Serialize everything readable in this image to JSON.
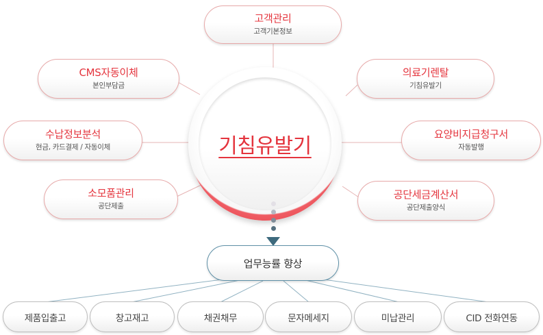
{
  "center": {
    "title": "기침유발기"
  },
  "nodes": [
    {
      "id": "customer",
      "title": "고객관리",
      "subtitle": "고객기본정보"
    },
    {
      "id": "cms",
      "title": "CMS자동이체",
      "subtitle": "본인부담금"
    },
    {
      "id": "rental",
      "title": "의료기렌탈",
      "subtitle": "기침유발기"
    },
    {
      "id": "revenue",
      "title": "수납정보분석",
      "subtitle": "현금, 카드결제 / 자동이체"
    },
    {
      "id": "claim",
      "title": "요양비지급청구서",
      "subtitle": "자동발행"
    },
    {
      "id": "supplies",
      "title": "소모품관리",
      "subtitle": "공단제출"
    },
    {
      "id": "tax",
      "title": "공단세금계산서",
      "subtitle": "공단제출양식"
    }
  ],
  "improve": {
    "label": "업무능률 향상"
  },
  "bottom": [
    {
      "id": "inout",
      "label": "제품입출고"
    },
    {
      "id": "stock",
      "label": "창고재고"
    },
    {
      "id": "debt",
      "label": "채권채무"
    },
    {
      "id": "sms",
      "label": "문자메세지"
    },
    {
      "id": "unpaid",
      "label": "미납관리"
    },
    {
      "id": "cid",
      "label": "CID 전화연동"
    }
  ],
  "colors": {
    "accent": "#e4343d",
    "node_border": "#e7a8a8",
    "improve_border": "#5d8fa6",
    "arrow": "#3d6a7d",
    "connector": "#e6b4b4",
    "bottom_connector": "#8fb1c1"
  },
  "icons": {
    "flow_arrow": "arrow-down-icon"
  }
}
